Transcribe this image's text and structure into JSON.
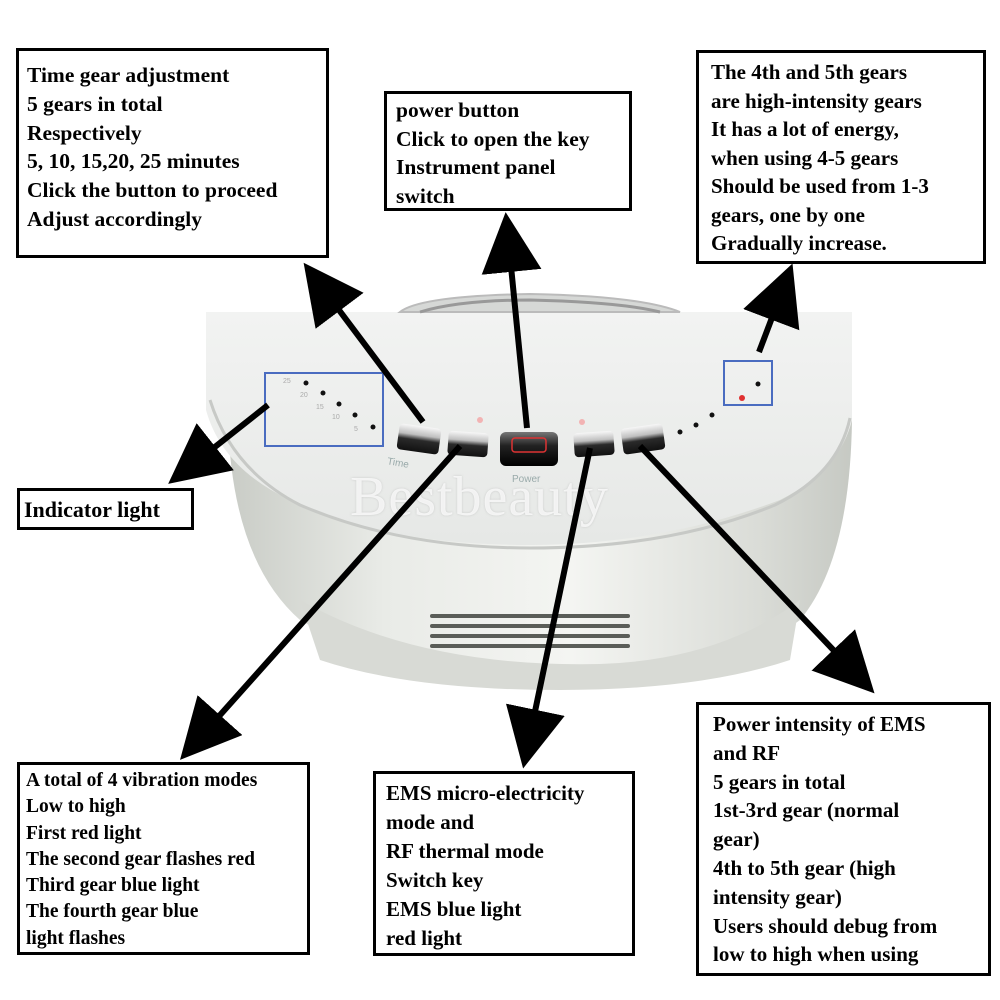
{
  "callouts": {
    "time": [
      "Time gear adjustment",
      "5 gears in total",
      "Respectively",
      "5, 10, 15,20, 25 minutes",
      "Click the button to proceed",
      "Adjust accordingly"
    ],
    "power": [
      "power button",
      "Click to open the key",
      "Instrument panel",
      "switch"
    ],
    "high": [
      "The 4th and 5th gears",
      "are high-intensity gears",
      "It has a lot of energy,",
      "when using 4-5 gears",
      "Should be used from 1-3",
      "gears, one by one",
      "Gradually increase."
    ],
    "indicator": [
      "Indicator light"
    ],
    "vibration": [
      "A total of 4 vibration modes",
      "Low to high",
      "First red light",
      "The second gear flashes red",
      "Third gear blue light",
      "The fourth gear blue",
      "light flashes"
    ],
    "ems": [
      "EMS micro-electricity",
      "mode and",
      "RF thermal mode",
      "Switch key",
      "EMS blue light",
      "red light"
    ],
    "power_intensity": [
      "Power intensity of EMS",
      "and RF",
      "5 gears in total",
      "1st-3rd gear (normal",
      "gear)",
      "4th to 5th gear (high",
      "intensity gear)",
      "Users should debug from",
      "low to high when using"
    ]
  },
  "panel_labels": {
    "time": "Time",
    "power": "Power"
  },
  "time_ticks": [
    "25",
    "20",
    "15",
    "10",
    "5"
  ],
  "watermark": "Bestbeauty",
  "colors": {
    "border": "#000000",
    "highlight": "#4a6cc0",
    "device": "#e8ebe8",
    "led_red": "#e03030"
  }
}
